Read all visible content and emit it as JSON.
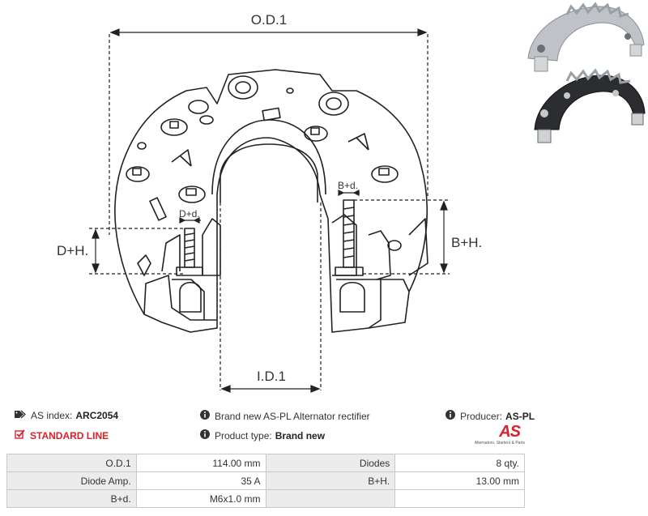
{
  "drawing": {
    "od_label": "O.D.1",
    "id_label": "I.D.1",
    "dh_label": "D+H.",
    "bh_label": "B+H.",
    "dd_label": "D+d.",
    "bd_label": "B+d."
  },
  "info": {
    "as_index_label": "AS index:",
    "as_index_value": "ARC2054",
    "standard_line": "STANDARD LINE",
    "description": "Brand new AS-PL Alternator rectifier",
    "product_type_label": "Product type:",
    "product_type_value": "Brand new",
    "producer_label": "Producer:",
    "producer_value": "AS-PL"
  },
  "logo": {
    "mark": "AS",
    "tagline": "Alternators, Starters & Parts"
  },
  "specs": [
    [
      "O.D.1",
      "114.00 mm",
      "Diodes",
      "8 qty."
    ],
    [
      "Diode Amp.",
      "35 A",
      "B+H.",
      "13.00 mm"
    ],
    [
      "B+d.",
      "M6x1.0 mm",
      "",
      ""
    ]
  ],
  "colors": {
    "accent": "#d8232a",
    "table_header_bg": "#ececec",
    "table_border": "#c9c9c9"
  }
}
